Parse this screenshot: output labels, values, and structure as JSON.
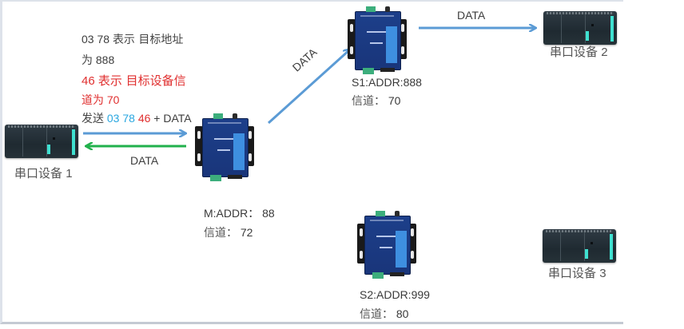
{
  "description_text": {
    "line1": {
      "code": "03 78",
      "rest": "表示  目标地址"
    },
    "line2": {
      "prefix": "为",
      "value": "888"
    },
    "line3": {
      "code": "46",
      "rest": "表示  目标设备信"
    },
    "line4": {
      "prefix": "道为",
      "value": "70"
    },
    "line5": {
      "prefix": "发送",
      "code1": "03 78",
      "code2": "46",
      "suffix": "+ DATA"
    }
  },
  "arrows": {
    "return_label": "DATA",
    "to_s1_label": "DATA",
    "s1_to_dev2_label": "DATA"
  },
  "devices": {
    "serial1": {
      "label_cn": "串口设备",
      "num": "1"
    },
    "serial2": {
      "label_cn": "串口设备",
      "num": "2"
    },
    "serial3": {
      "label_cn": "串口设备",
      "num": "3"
    }
  },
  "modules": {
    "master": {
      "addr": "M:ADDR： 88",
      "channel_label": "信道：",
      "channel": "72"
    },
    "s1": {
      "addr": "S1:ADDR:888",
      "channel_label": "信道：",
      "channel": "70"
    },
    "s2": {
      "addr": "S2:ADDR:999",
      "channel_label": "信道：",
      "channel": "80"
    }
  },
  "colors": {
    "blue_arrow": "#5b9bd5",
    "green_arrow": "#22b14c",
    "red_text": "#e03030",
    "cyan_text": "#2aa7e0",
    "module_blue": "#1d3f8a"
  }
}
